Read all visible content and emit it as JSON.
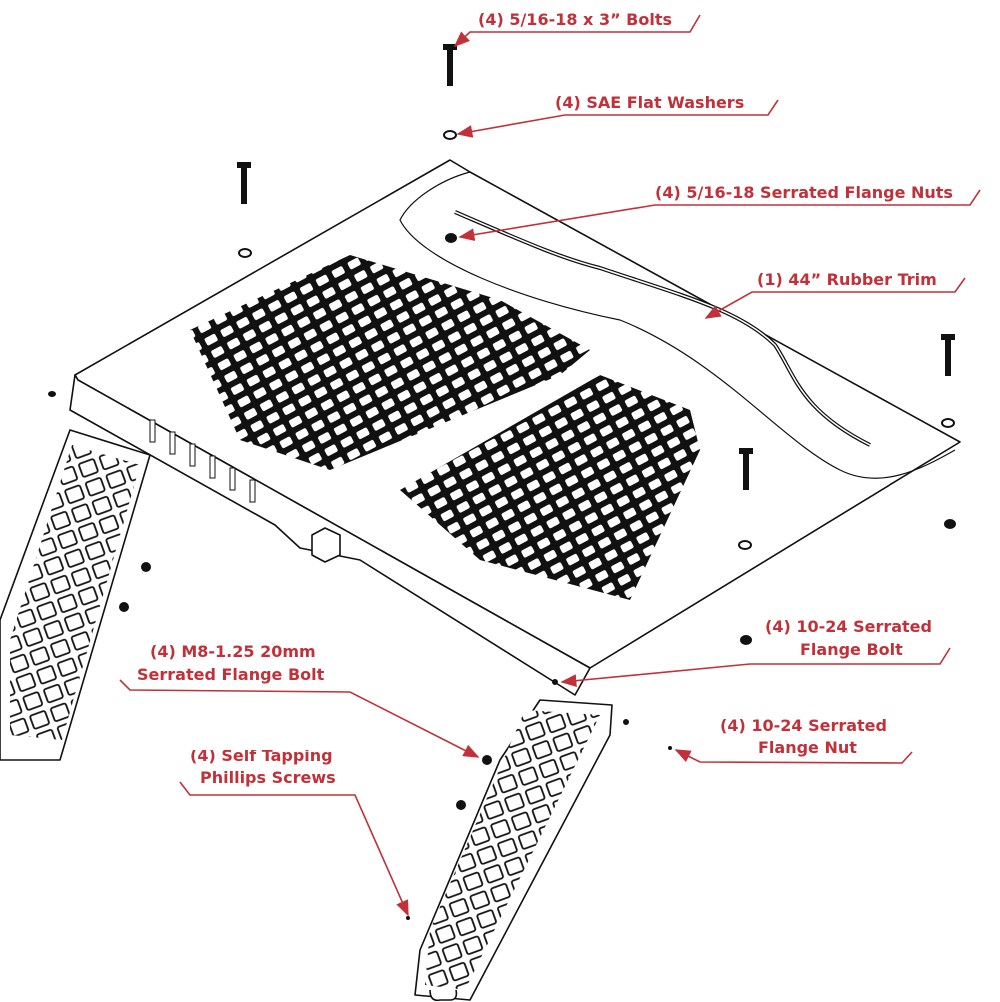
{
  "title": "Rack assembly exploded view",
  "accent_color": "#c0313a",
  "callouts": {
    "bolts": "(4) 5/16-18 x 3” Bolts",
    "washers": "(4) SAE Flat Washers",
    "flange_nuts": "(4) 5/16-18 Serrated Flange Nuts",
    "rubber_trim": "(1) 44” Rubber Trim",
    "bolt_1024_line1": "(4) 10-24 Serrated",
    "bolt_1024_line2": "Flange Bolt",
    "m8_line1": "(4) M8-1.25 20mm",
    "m8_line2": "Serrated Flange Bolt",
    "nut_1024_line1": "(4) 10-24 Serrated",
    "nut_1024_line2": "Flange Nut",
    "screws_line1": "(4) Self Tapping",
    "screws_line2": "Phillips Screws"
  }
}
